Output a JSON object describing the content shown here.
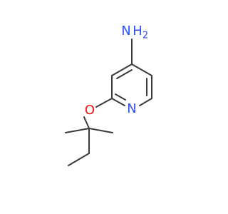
{
  "molecule": {
    "atoms": {
      "amine_n": {
        "symbol": "N",
        "hydrogens": "H",
        "count": "2"
      },
      "ether_o": {
        "symbol": "O"
      },
      "ring_n": {
        "symbol": "N"
      }
    }
  },
  "colors": {
    "bond": "#3a3a3a",
    "nitrogen": "#3050f8",
    "oxygen": "#ff0d0d",
    "background": "#ffffff"
  }
}
